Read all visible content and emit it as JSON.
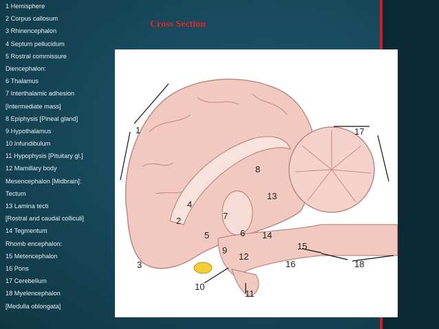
{
  "slide": {
    "title": "Cross Section",
    "legend": [
      "1 Hemisphere",
      "2 Corpus callosum",
      "3 Rhinencephalon",
      "4 Septum pellucidum",
      "5 Rostral commissure",
      "Diencephalon:",
      "6 Thalamus",
      "7 Interthalamic adhesion",
      "[Intermediate mass]",
      "8 Epiphysis [Pineal gland]",
      "9 Hypothalamus",
      "10 Infundibulum",
      "11 Hypophysis [Pituitary gl.]",
      "12 Mamillary body",
      "Mesencephalon [Midbrain]:",
      "Tectum",
      "13 Lamina tecti",
      "[Rostral and caudal colliculi]",
      "14 Tegmentum",
      "Rhomb encephalon:",
      "15 Metencephalon",
      "16 Pons",
      "17 Cerebellum",
      "18 Myelencephalon",
      "[Medulla oblongata]"
    ],
    "figure_numbers": [
      "1",
      "2",
      "3",
      "4",
      "5",
      "6",
      "7",
      "8",
      "9",
      "10",
      "11",
      "12",
      "13",
      "14",
      "15",
      "16",
      "17",
      "18"
    ],
    "colors": {
      "title": "#e0262d",
      "background": "#174a5c",
      "accent": "#c7202a"
    }
  }
}
